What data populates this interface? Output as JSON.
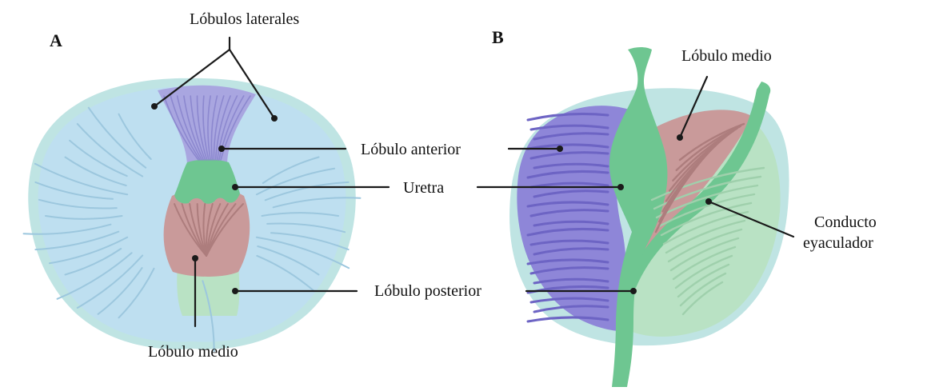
{
  "panels": {
    "a": "A",
    "b": "B"
  },
  "labels": {
    "lateral_lobes": "Lóbulos laterales",
    "anterior_lobe": "Lóbulo anterior",
    "urethra": "Uretra",
    "posterior_lobe": "Lóbulo posterior",
    "middle_lobe_a": "Lóbulo medio",
    "middle_lobe_b": "Lóbulo medio",
    "ejac_duct_line1": "Conducto",
    "ejac_duct_line2": "eyaculador"
  },
  "colors": {
    "capsule": "#bfe4e3",
    "lateral_lobe": "#bedff0",
    "anterior_lobe": "#a9a6e0",
    "urethra": "#6ec691",
    "middle_lobe": "#c99a9a",
    "posterior_lobe": "#b9e2c4",
    "lateral_lobe_b": "#8e86d8",
    "leader": "#1a1a1a"
  }
}
